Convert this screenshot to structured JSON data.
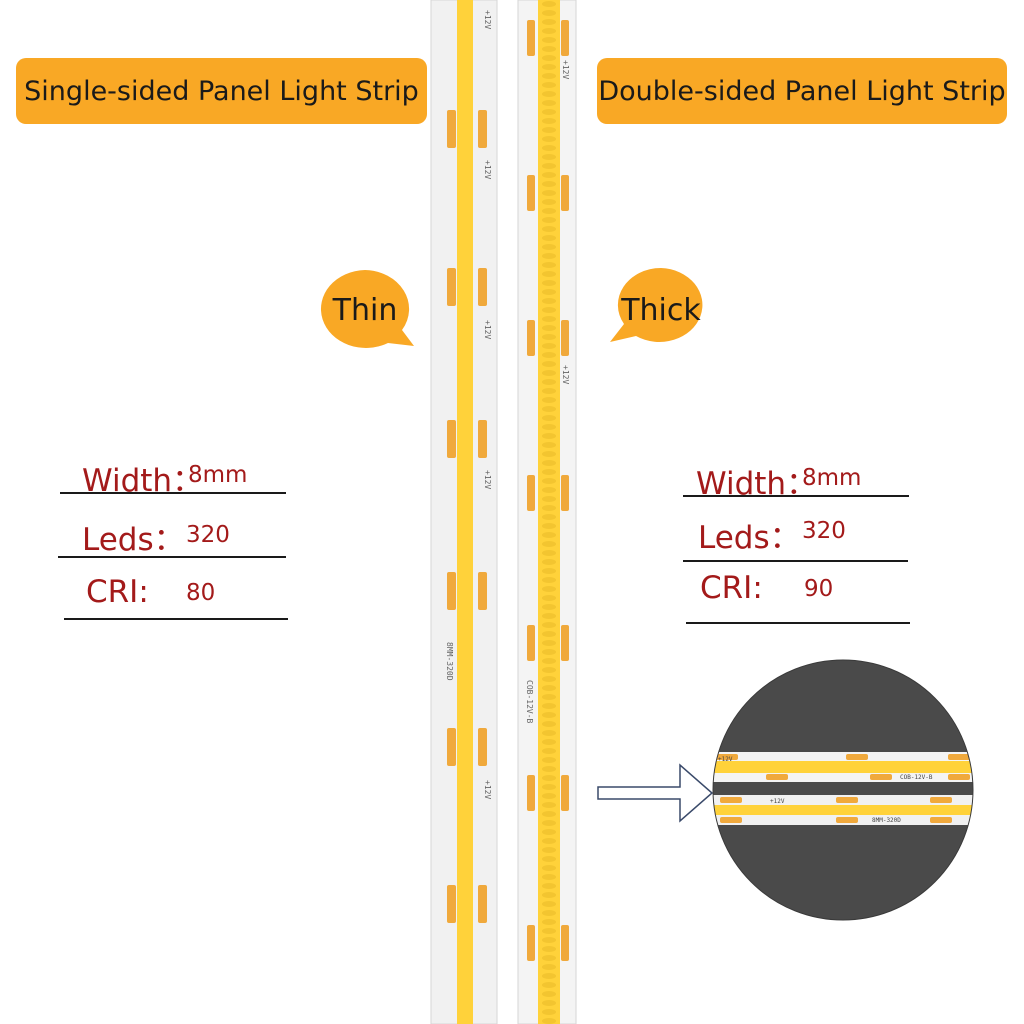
{
  "banners": {
    "left": "Single-sided Panel Light Strip",
    "right": "Double-sided Panel Light Strip"
  },
  "bubbles": {
    "left": "Thin",
    "right": "Thick"
  },
  "specs_left": {
    "width_label": "Width：",
    "width_value": "8mm",
    "leds_label": "Leds：",
    "leds_value": "320",
    "cri_label": "CRI:",
    "cri_value": "80"
  },
  "specs_right": {
    "width_label": "Width：",
    "width_value": "8mm",
    "leds_label": "Leds：",
    "leds_value": "320",
    "cri_label": "CRI:",
    "cri_value": "90"
  },
  "strip_markings": {
    "voltage": "+12V",
    "left_model": "8MM-320D",
    "right_model": "COB-12V-B"
  },
  "colors": {
    "banner": "#f9a825",
    "spec_text": "#a31a1a",
    "led_yellow": "#ffd23a",
    "pad_orange": "#f0a93c",
    "inset_bg": "#4a4a4a"
  }
}
